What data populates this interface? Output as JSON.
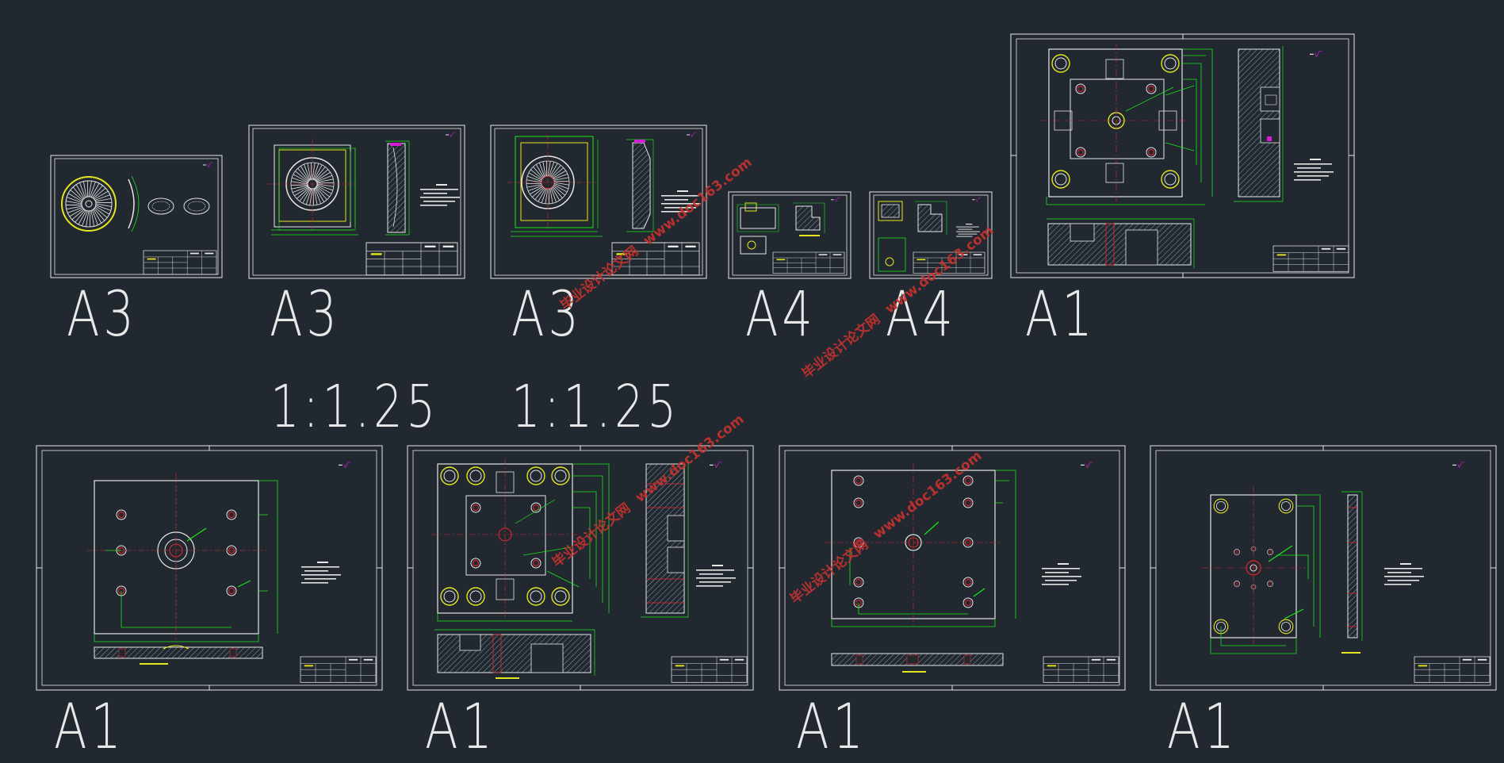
{
  "sheets": [
    {
      "label": "A3",
      "scale": ""
    },
    {
      "label": "A3",
      "scale": "1:1.25"
    },
    {
      "label": "A3",
      "scale": "1:1.25"
    },
    {
      "label": "A4",
      "scale": ""
    },
    {
      "label": "A4",
      "scale": ""
    },
    {
      "label": "A1",
      "scale": ""
    },
    {
      "label": "A1",
      "scale": ""
    },
    {
      "label": "A1",
      "scale": ""
    },
    {
      "label": "A1",
      "scale": ""
    },
    {
      "label": "A1",
      "scale": ""
    }
  ],
  "watermark": {
    "cn": "毕业设计论文网",
    "url": "www.doc163.com"
  },
  "colors": {
    "background": "#212830",
    "frame": "#e6e6e6",
    "dims": "#19e619",
    "center": "#e6262e",
    "part": "#e6e61e",
    "accent": "#d21ed2"
  }
}
